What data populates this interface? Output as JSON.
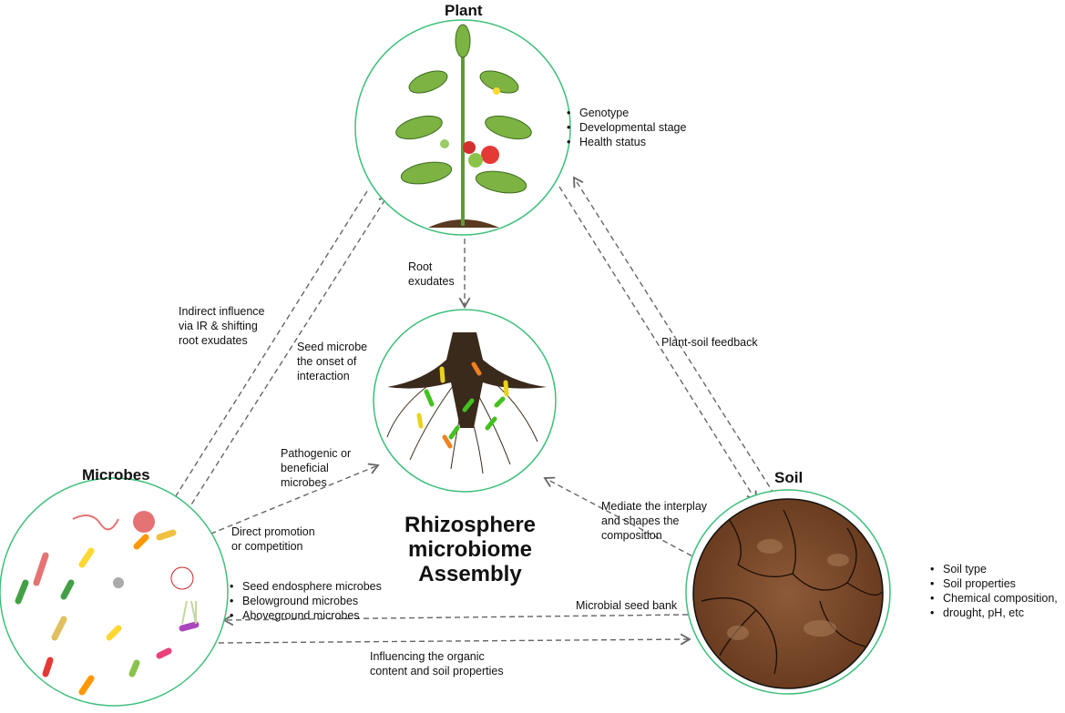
{
  "nodes": {
    "plant": {
      "title": "Plant",
      "factors": [
        "Genotype",
        "Developmental stage",
        "Health status"
      ]
    },
    "microbes": {
      "title": "Microbes",
      "factors": [
        "Seed endosphere microbes",
        "Belowground microbes",
        "Aboveground microbes"
      ]
    },
    "soil": {
      "title": "Soil",
      "factors": [
        "Soil type",
        "Soil properties",
        "Chemical composition,",
        "drought, pH, etc"
      ]
    },
    "center": {
      "title_lines": [
        "Rhizosphere",
        "microbiome",
        "Assembly"
      ]
    }
  },
  "edges": {
    "root_exudates": [
      "Root",
      "exudates"
    ],
    "indirect_influence": [
      "Indirect influence",
      "via IR & shifting",
      "root exudates"
    ],
    "seed_microbe": [
      "Seed microbe",
      "the onset of",
      "interaction"
    ],
    "pathogenic": [
      "Pathogenic or",
      "beneficial",
      "microbes"
    ],
    "direct_promotion": [
      "Direct promotion",
      "or competition"
    ],
    "plant_soil_feedback": "Plant-soil feedback",
    "mediate": [
      "Mediate the interplay",
      "and shapes the",
      "composition"
    ],
    "seed_bank": "Microbial seed bank",
    "influencing": [
      "Influencing the organic",
      "content and soil properties"
    ]
  },
  "colors": {
    "ring": "#3dbf7a",
    "arrow": "#666666",
    "soil": "#7a4a2c",
    "root": "#3a2a1c"
  }
}
